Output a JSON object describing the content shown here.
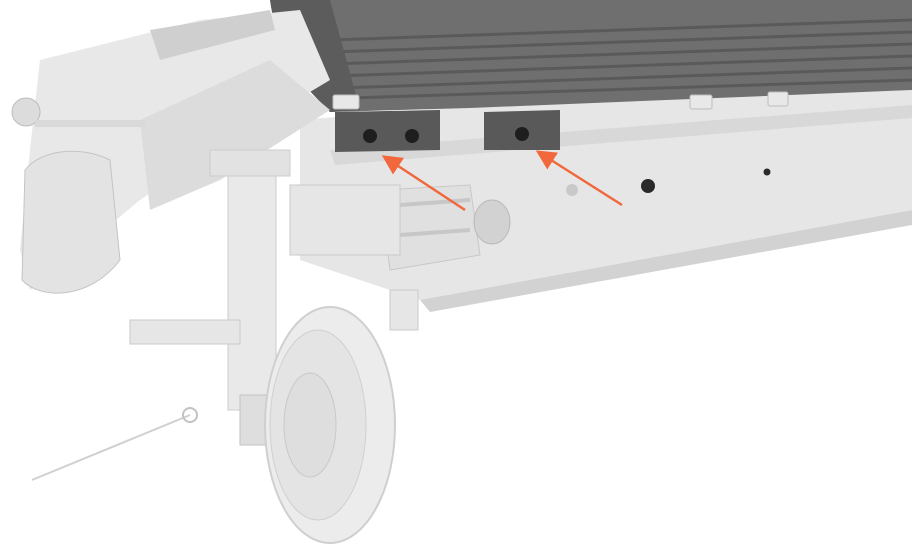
{
  "illustration": {
    "subject": "trailer-underside-mounting-detail",
    "colors": {
      "background": "#ffffff",
      "deck_dark": "#6f6f6f",
      "deck_ribs": "#5e5e5e",
      "bracket_dark": "#585858",
      "frame_light": "#e3e3e3",
      "frame_shadow": "#cfcfcf",
      "hole": "#1e1e1e",
      "arrow": "#f0683c"
    },
    "callouts": [
      {
        "name": "arrow-to-left-bracket-holes",
        "points_to": "left-mounting-bracket"
      },
      {
        "name": "arrow-to-right-bracket-holes",
        "points_to": "right-mounting-bracket"
      }
    ]
  }
}
